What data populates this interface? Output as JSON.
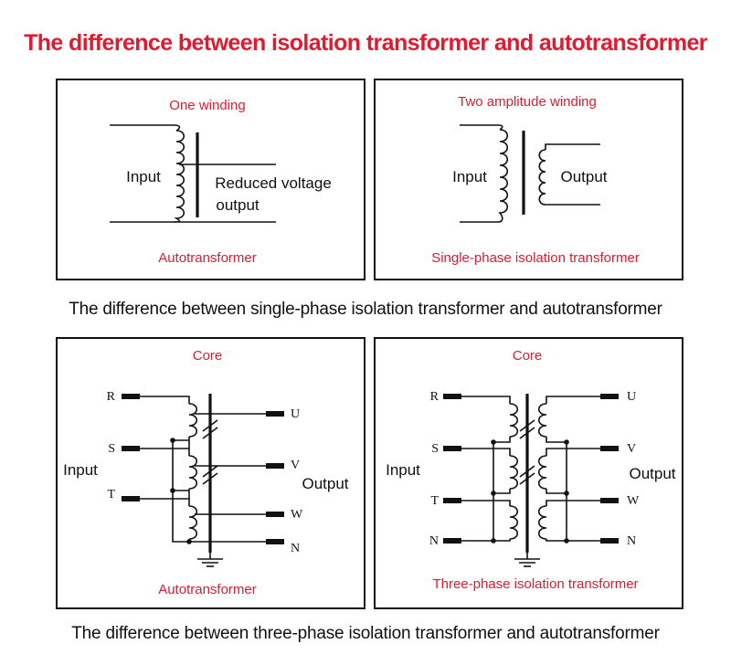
{
  "title": "The difference between isolation transformer and autotransformer",
  "captions": {
    "single_phase": "The difference between single-phase isolation transformer and autotransformer",
    "three_phase": "The difference between three-phase isolation transformer and autotransformer"
  },
  "panels": {
    "auto_single": {
      "header": "One winding",
      "footer": "Autotransformer",
      "input_label": "Input",
      "output_line1": "Reduced voltage",
      "output_line2": "output"
    },
    "iso_single": {
      "header": "Two amplitude winding",
      "footer": "Single-phase isolation transformer",
      "input_label": "Input",
      "output_label": "Output"
    },
    "auto_three": {
      "header": "Core",
      "footer": "Autotransformer",
      "input_label": "Input",
      "output_label": "Output",
      "inputs": [
        "R",
        "S",
        "T"
      ],
      "outputs": [
        "U",
        "V",
        "W",
        "N"
      ]
    },
    "iso_three": {
      "header": "Core",
      "footer": "Three-phase isolation transformer",
      "input_label": "Input",
      "output_label": "Output",
      "inputs": [
        "R",
        "S",
        "T",
        "N"
      ],
      "outputs": [
        "U",
        "V",
        "W",
        "N"
      ]
    }
  },
  "colors": {
    "accent": "#e3192f",
    "line": "#111111"
  }
}
